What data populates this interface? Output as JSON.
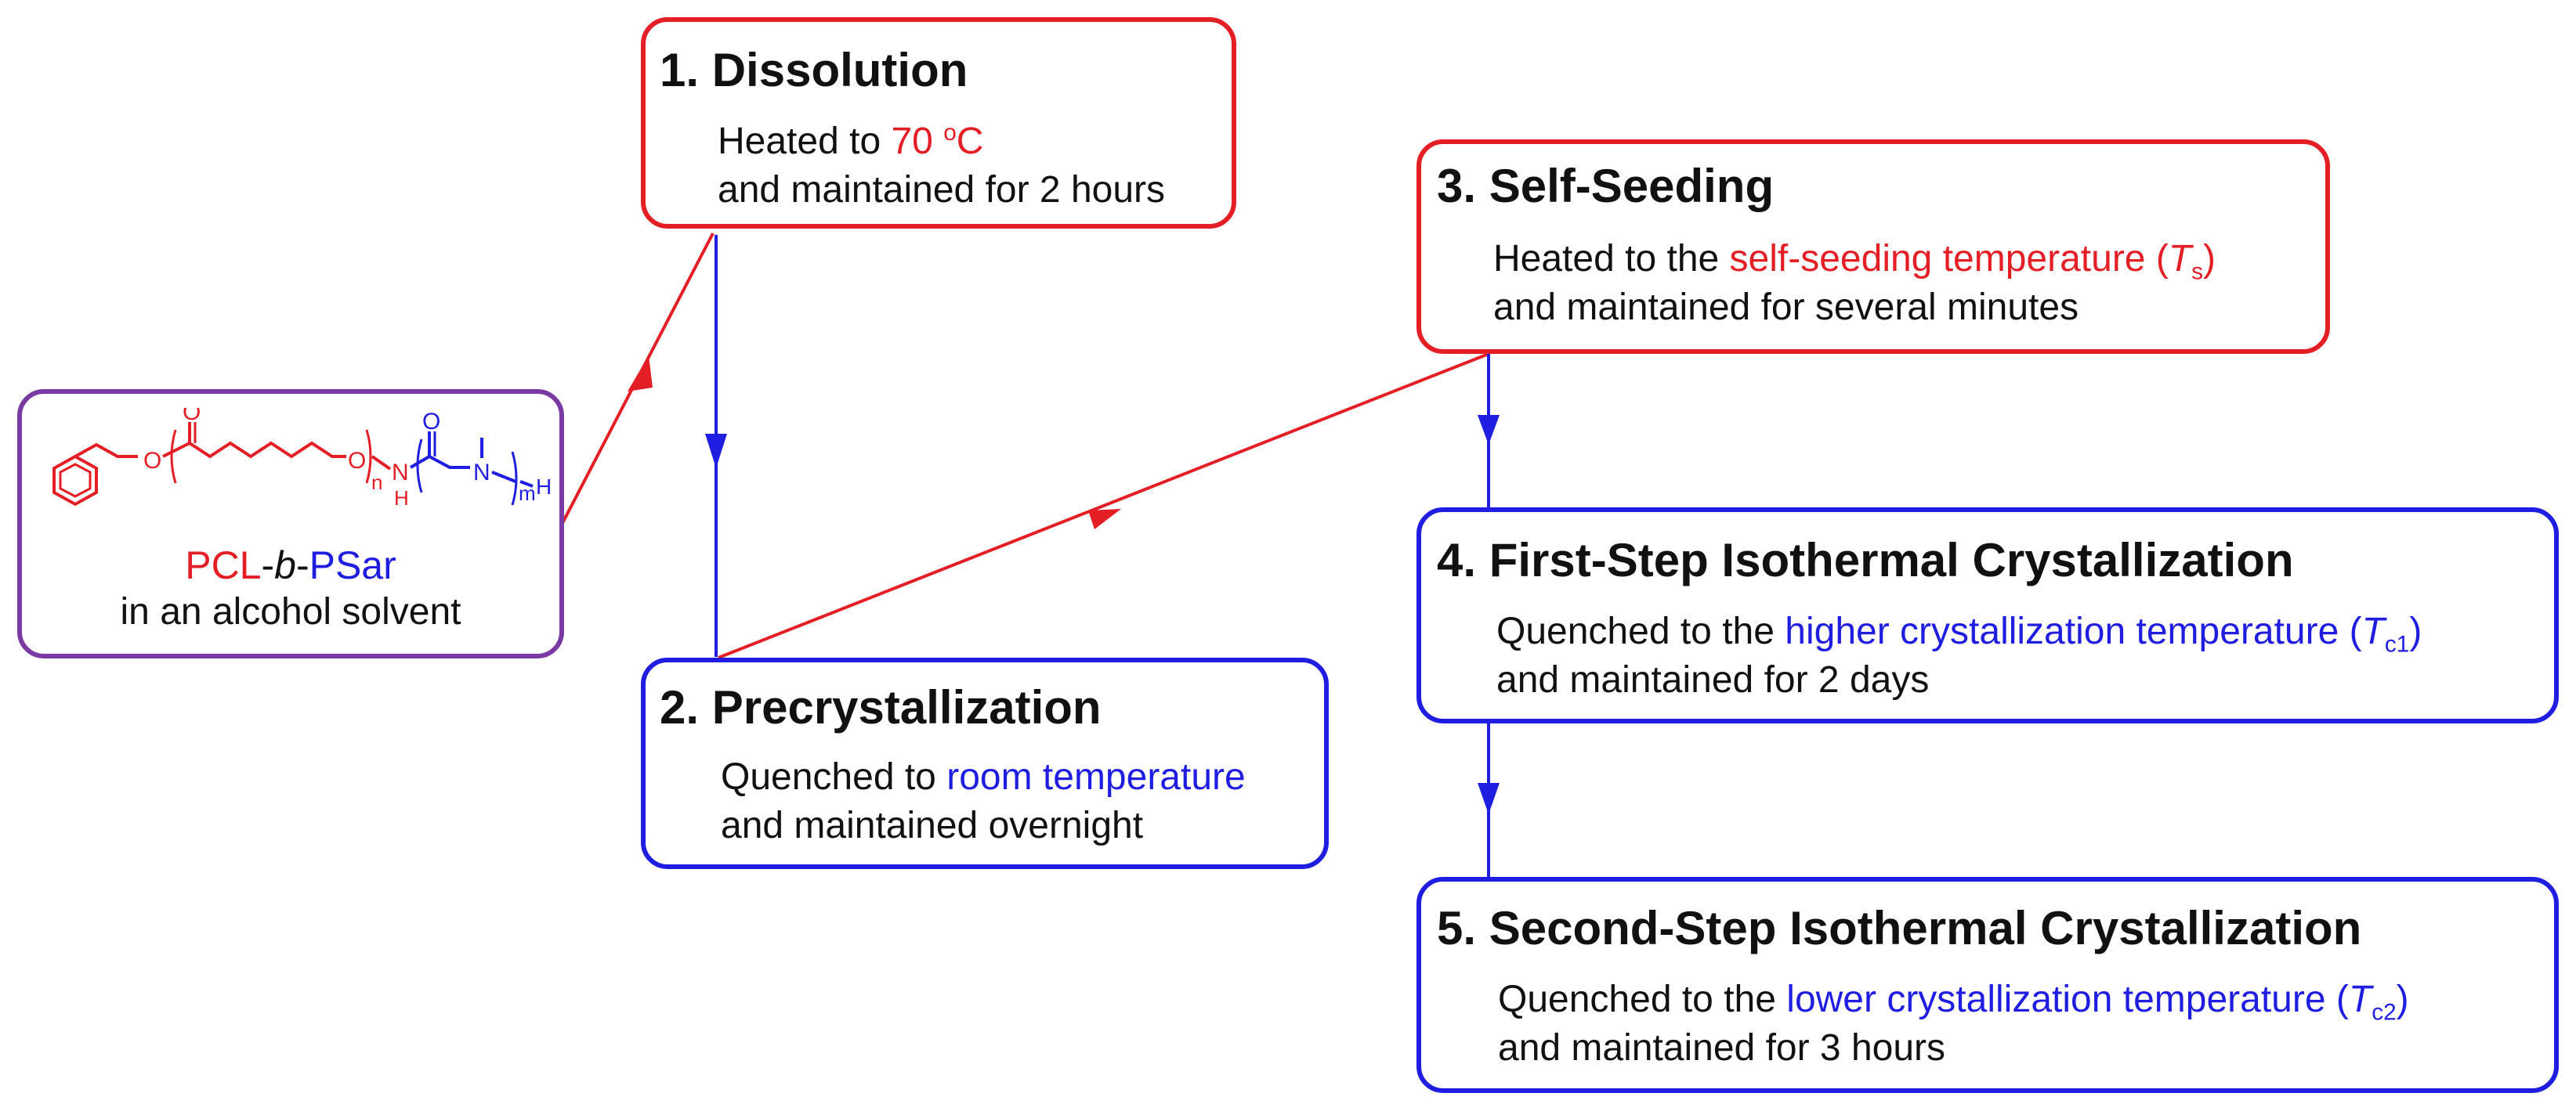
{
  "colors": {
    "heating": "#e31e24",
    "cooling": "#1f1ee0",
    "start": "#7a3aa3"
  },
  "start": {
    "polymer_a": "PCL",
    "separator_1": "-",
    "polymer_b_italic": "b",
    "separator_2": "-",
    "polymer_c": "PSar",
    "solvent": "in an alcohol solvent",
    "structure_labels": {
      "carbonyl_o_1": "O",
      "ester_o": "O",
      "ether_o": "O",
      "n": "n",
      "amide_n": "N",
      "amide_h": "H",
      "carbonyl_o_2": "O",
      "sar_n": "N",
      "m": "m",
      "terminal_h": "H"
    }
  },
  "steps": [
    {
      "title": "1. Dissolution",
      "line1_prefix": "Heated to ",
      "line1_highlight": "70 ",
      "line1_sup": "o",
      "line1_unit": "C",
      "line2": "and maintained for 2 hours"
    },
    {
      "title": "2. Precrystallization",
      "line1_prefix": "Quenched to ",
      "line1_highlight": "room temperature",
      "line2": "and maintained overnight"
    },
    {
      "title": "3. Self-Seeding",
      "line1_prefix": "Heated to the ",
      "line1_highlight": "self-seeding temperature (",
      "symbol": "T",
      "subscript": "s",
      "close": ")",
      "line2": "and maintained for several minutes"
    },
    {
      "title": "4. First-Step Isothermal Crystallization",
      "line1_prefix": "Quenched to the ",
      "line1_highlight": "higher crystallization temperature (",
      "symbol": "T",
      "subscript": "c1",
      "close": ")",
      "line2": "and maintained for 2 days"
    },
    {
      "title": "5. Second-Step Isothermal Crystallization",
      "line1_prefix": "Quenched to the ",
      "line1_highlight": "lower crystallization temperature (",
      "symbol": "T",
      "subscript": "c2",
      "close": ")",
      "line2": "and maintained for 3 hours"
    }
  ]
}
